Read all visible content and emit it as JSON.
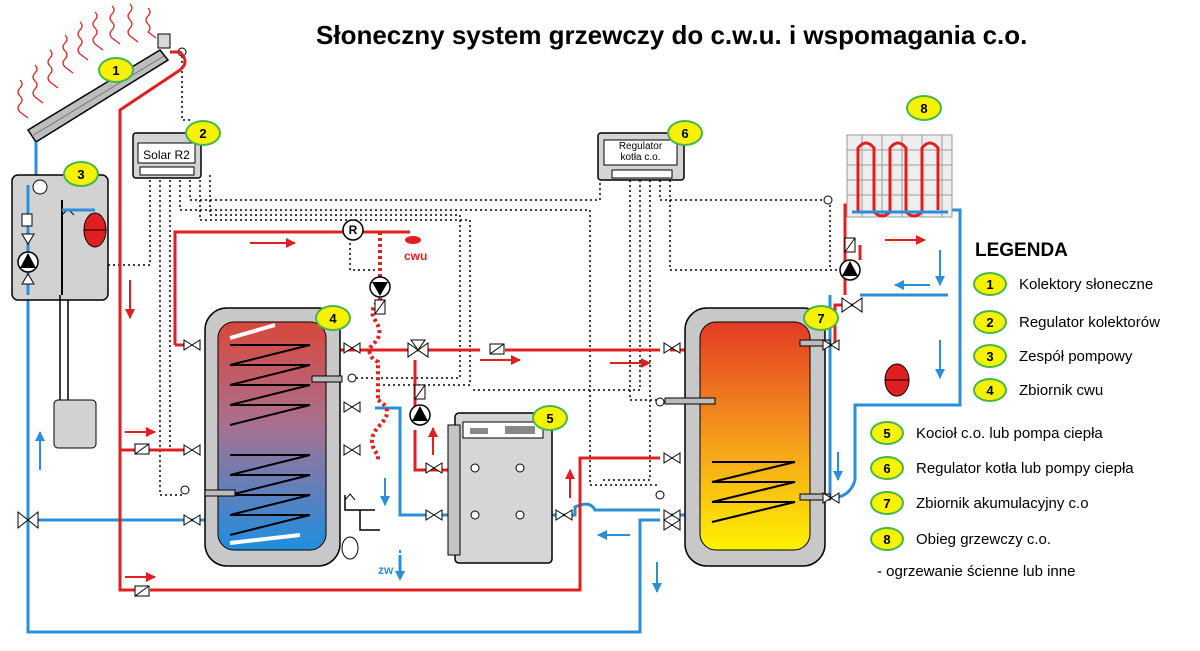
{
  "title": "Słoneczny system grzewczy do c.w.u. i wspomagania c.o.",
  "devices": {
    "solar_controller": "Solar R2",
    "boiler_controller_line1": "Regulator",
    "boiler_controller_line2": "kotła c.o.",
    "reg_symbol": "R"
  },
  "flow_labels": {
    "hot_water": "cwu",
    "cold_water": "zw"
  },
  "badges": [
    "1",
    "2",
    "3",
    "4",
    "5",
    "6",
    "7",
    "8"
  ],
  "legend": {
    "heading": "LEGENDA",
    "items": [
      {
        "num": "1",
        "text": "Kolektory słoneczne"
      },
      {
        "num": "2",
        "text": "Regulator kolektorów"
      },
      {
        "num": "3",
        "text": "Zespół pompowy"
      },
      {
        "num": "4",
        "text": "Zbiornik cwu"
      },
      {
        "num": "5",
        "text": "Kocioł c.o. lub pompa ciepła"
      },
      {
        "num": "6",
        "text": "Regulator kotła lub pompy ciepła"
      },
      {
        "num": "7",
        "text": "Zbiornik akumulacyjny c.o"
      },
      {
        "num": "8",
        "text": "Obieg grzewczy c.o."
      }
    ],
    "note": "- ogrzewanie ścienne lub inne"
  },
  "colors": {
    "hot_pipe": "#e02020",
    "cold_pipe": "#2a8fd6",
    "badge_fill": "#f6f200",
    "badge_border": "#49b64a",
    "tank_shell": "#c8c8c8"
  }
}
